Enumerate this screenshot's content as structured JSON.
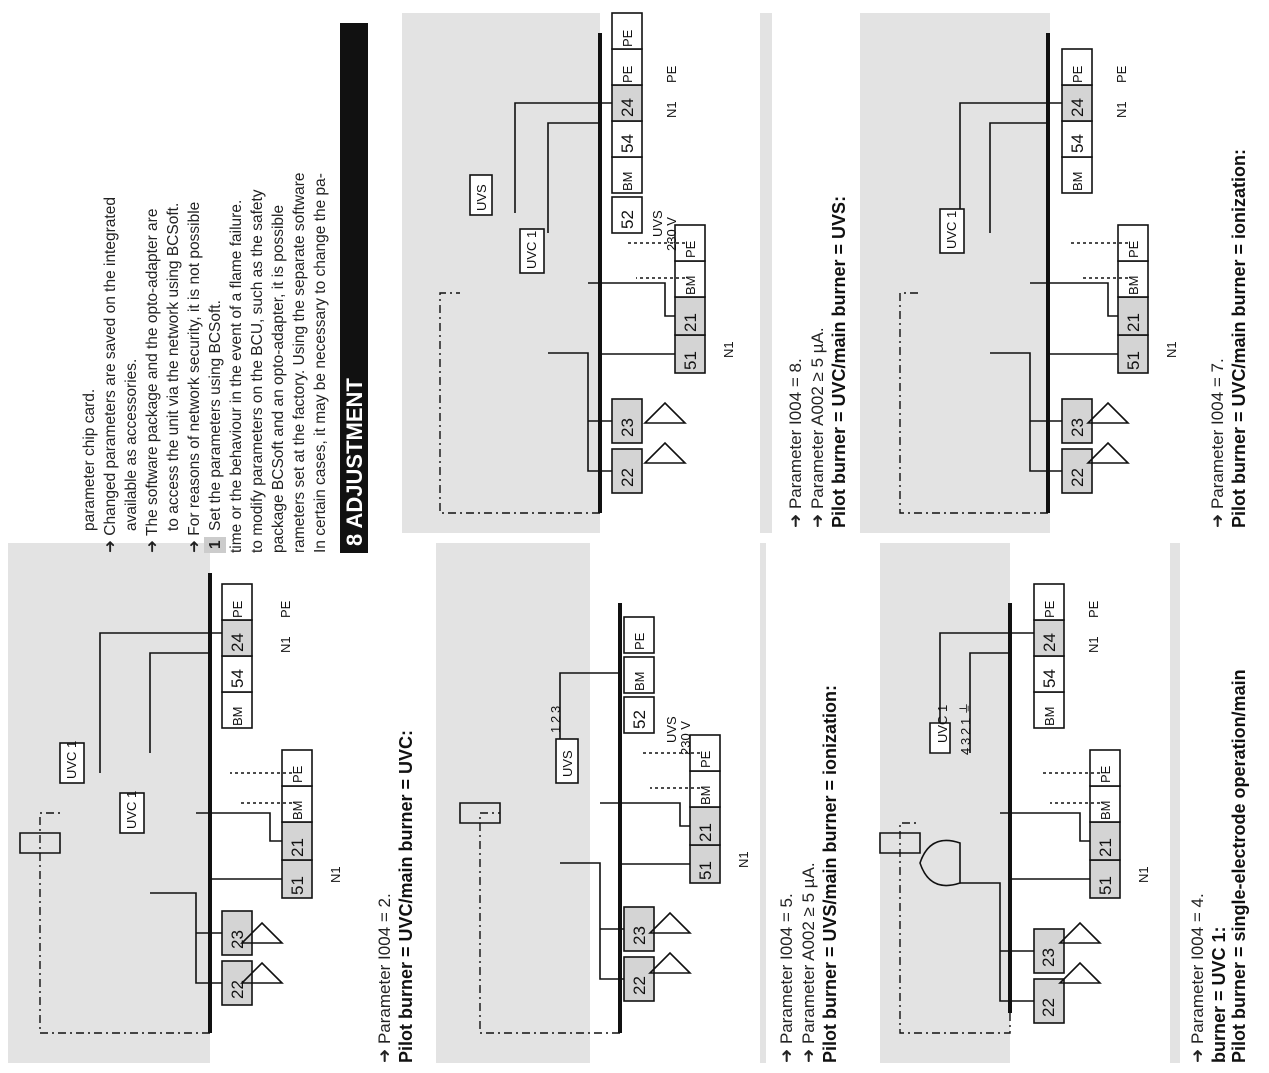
{
  "sections": [
    {
      "title_lines": [
        "Pilot burner = single-electrode operation/main",
        "burner = UVC 1:"
      ],
      "params": [
        "Parameter I004 = 4."
      ]
    },
    {
      "title_lines": [
        "Pilot burner = UVS/main burner = ionization:"
      ],
      "params": [
        "Parameter A002 ≥ 5 µA.",
        "Parameter I004 = 5."
      ]
    },
    {
      "title_lines": [
        "Pilot burner = UVC/main burner = UVC:"
      ],
      "params": [
        "Parameter I004 = 2."
      ]
    },
    {
      "title_lines": [
        "Pilot burner = UVC/main burner = ionization:"
      ],
      "params": [
        "Parameter I004 = 7."
      ]
    },
    {
      "title_lines": [
        "Pilot burner = UVC/main burner = UVS:"
      ],
      "params": [
        "Parameter A002 ≥ 5 µA.",
        "Parameter I004 = 8."
      ]
    }
  ],
  "terminals": {
    "t22": "22",
    "t23": "23",
    "t51": "51",
    "t21": "21",
    "tBM": "BM",
    "tPE": "PE",
    "t54": "54",
    "t24": "24",
    "t52": "52",
    "n1": "N1",
    "pe": "PE",
    "v230": "230 V",
    "uvs": "UVS",
    "uvc1": "UVC 1",
    "uvc1b": "UVC 1",
    "pins": [
      "4",
      "3",
      "2",
      "1",
      "⏚"
    ],
    "uvs_pins": [
      "1",
      "2",
      "3"
    ]
  },
  "adjustment": {
    "title": "8 ADJUSTMENT",
    "paragraph": [
      "In certain cases, it may be necessary to change the pa-",
      "rameters set at the factory. Using the separate software",
      "package BCSoft and an opto-adapter, it is possible",
      "to modify parameters on the BCU, such as the safety",
      "time or the behaviour in the event of a flame failure."
    ],
    "step_number": "1",
    "step_text": "Set the parameters using BCSoft.",
    "bullets": [
      [
        "For reasons of network security, it is not possible",
        "to access the unit via the network using BCSoft."
      ],
      [
        "The software package and the opto-adapter are",
        "available as accessories."
      ],
      [
        "Changed parameters are saved on the integrated",
        "parameter chip card."
      ]
    ]
  }
}
